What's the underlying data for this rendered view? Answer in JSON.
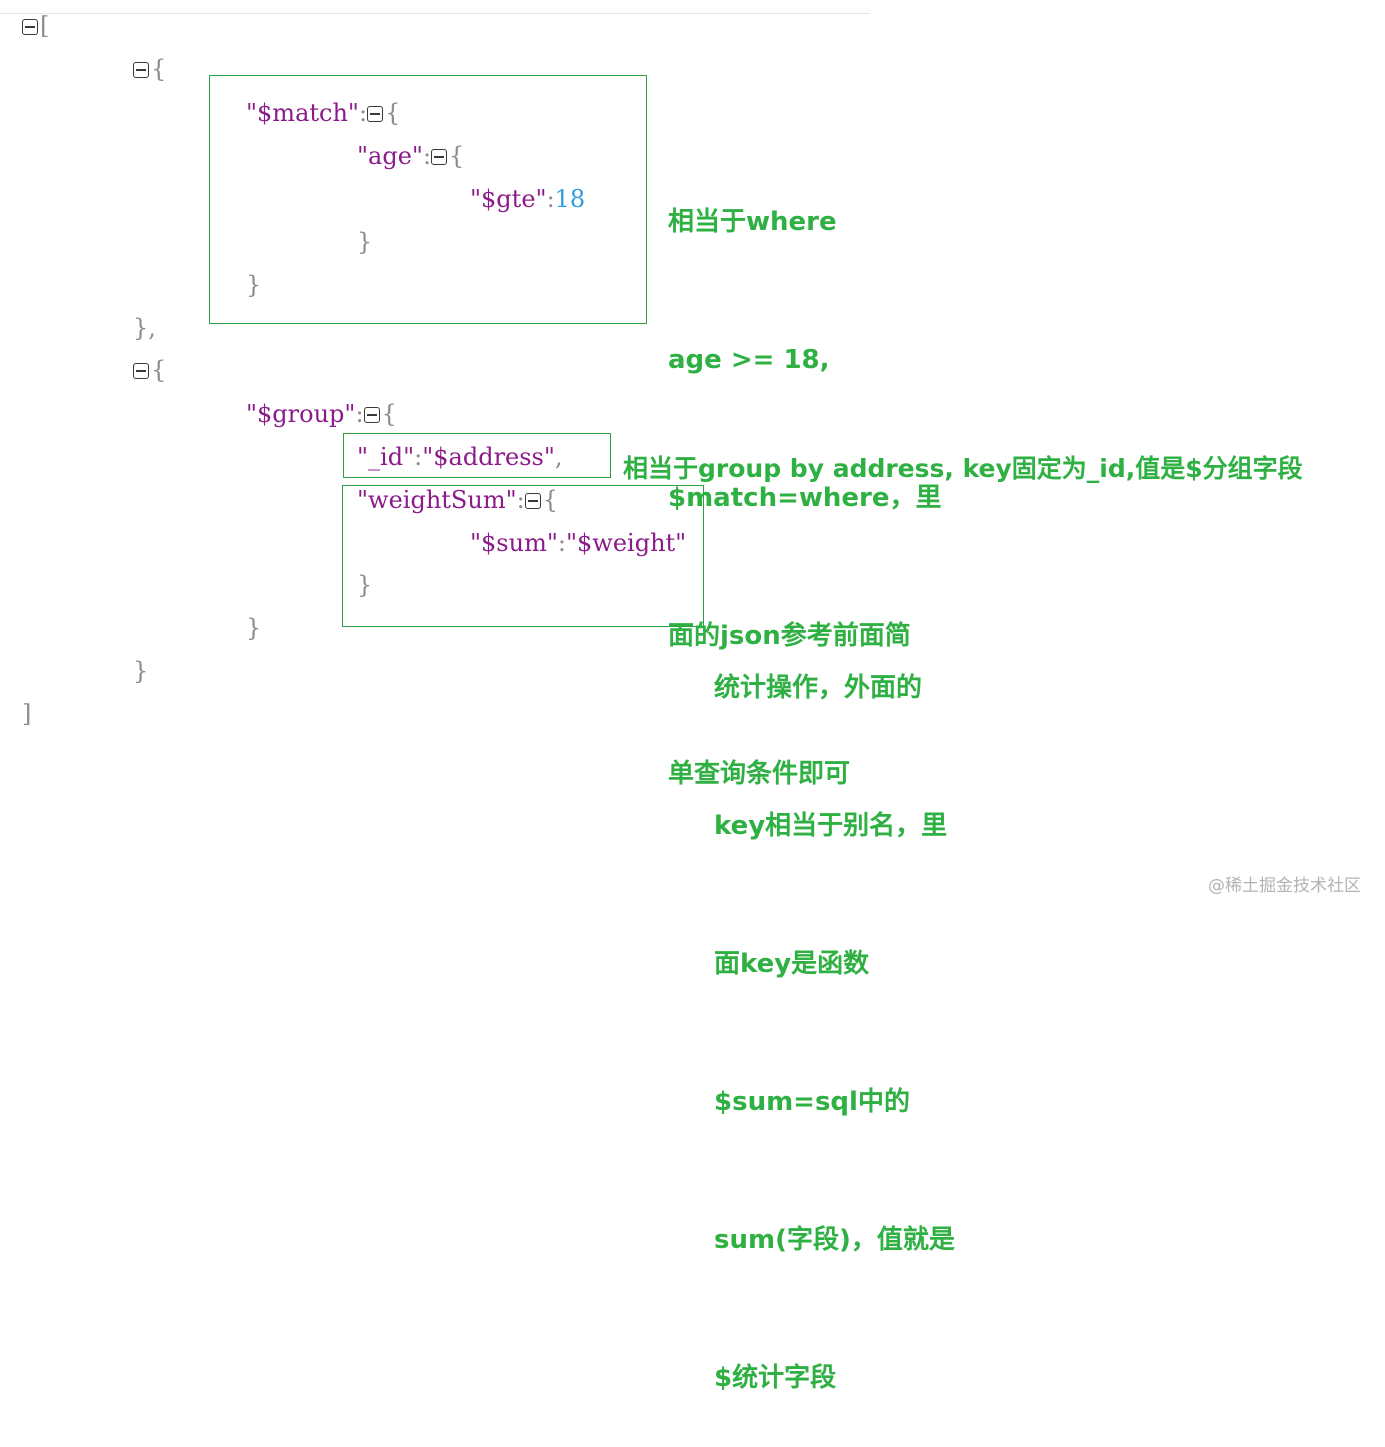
{
  "code": {
    "open_array": "[",
    "open_brace": "{",
    "match_key": "\"$match\"",
    "colon": ":",
    "age_key": "\"age\"",
    "gte_key": "\"$gte\"",
    "gte_value": "18",
    "close_brace": "}",
    "close_brace_comma": "},",
    "group_key": "\"$group\"",
    "id_key": "\"_id\"",
    "id_value": "\"$address\"",
    "comma": ",",
    "weightsum_key": "\"weightSum\"",
    "sum_key": "\"$sum\"",
    "sum_value": "\"$weight\"",
    "close_array": "]"
  },
  "notes": {
    "match_lines": [
      "相当于where",
      "age >= 18,",
      "$match=where，里",
      "面的json参考前面简",
      "单查询条件即可"
    ],
    "group_line": "相当于group by address, key固定为_id,值是$分组字段",
    "sum_lines": [
      "统计操作，外面的",
      "key相当于别名，里",
      "面key是函数",
      "$sum=sql中的",
      "sum(字段)，值就是",
      "$统计字段"
    ]
  },
  "watermark": "@稀土掘金技术社区",
  "colors": {
    "key": "#8b1a8b",
    "number": "#2f9fe0",
    "annotation": "#2fb043",
    "box": "#2ea043"
  }
}
